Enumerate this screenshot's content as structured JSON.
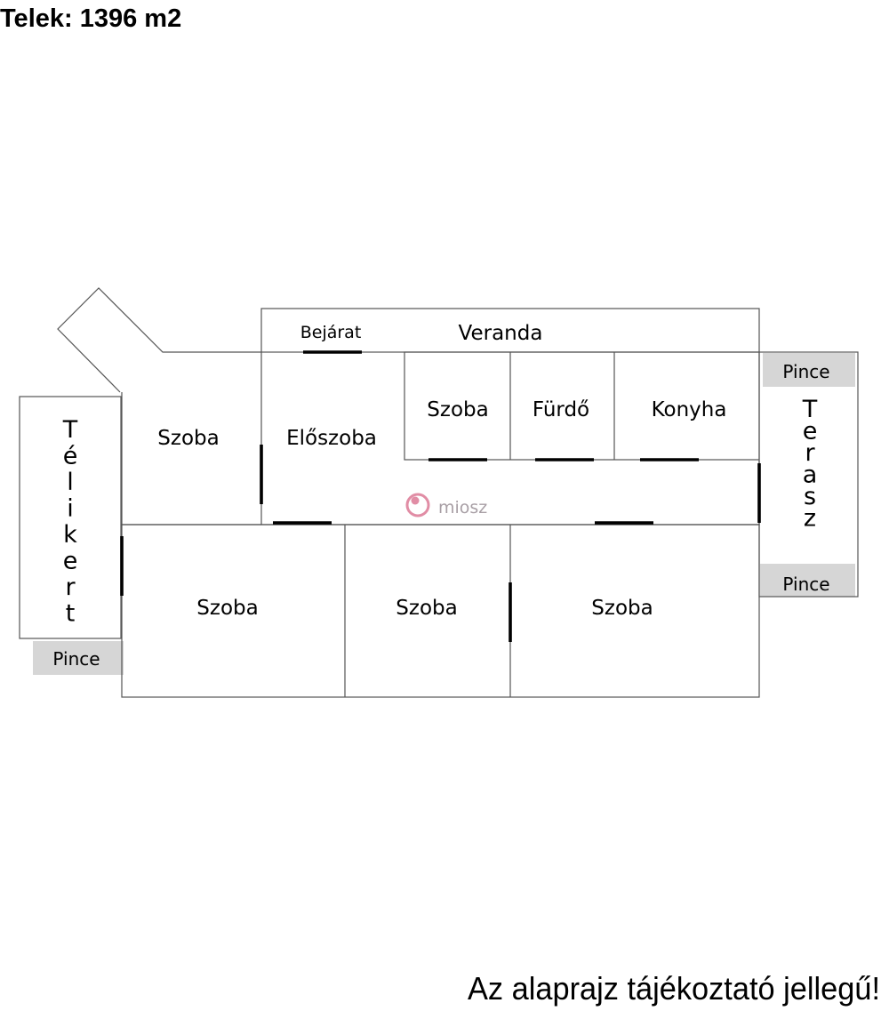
{
  "header": {
    "plot_size": "Telek: 1396 m2"
  },
  "footer": {
    "disclaimer": "Az alaprajz tájékoztató jellegű!"
  },
  "watermark": {
    "text": "miosz"
  },
  "rooms": {
    "entrance": "Bejárat",
    "veranda": "Veranda",
    "room_top_small": "Szoba",
    "bathroom": "Fürdő",
    "kitchen": "Konyha",
    "room_left": "Szoba",
    "hall": "Előszoba",
    "room_bottom_left": "Szoba",
    "room_bottom_mid": "Szoba",
    "room_bottom_right": "Szoba",
    "winter_garden": "Télikert",
    "terrace": "Terasz",
    "cellar_right_top": "Pince",
    "cellar_right_bottom": "Pince",
    "cellar_left": "Pince"
  },
  "colors": {
    "wall": "#555555",
    "door": "#000000",
    "cellar_fill": "#d6d6d6",
    "watermark": "#d9708f"
  }
}
